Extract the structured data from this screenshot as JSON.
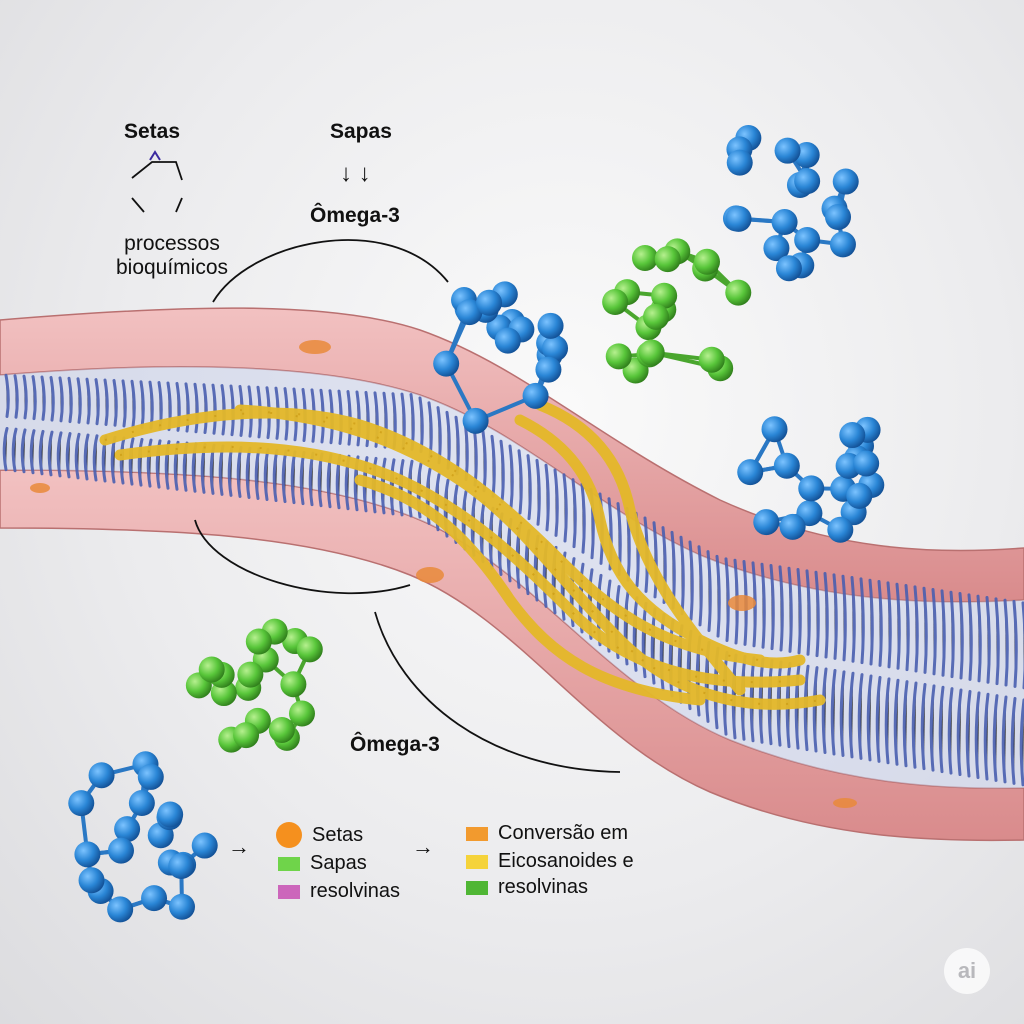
{
  "labels": {
    "top_left_title": "Setas",
    "top_left_caption_1": "processos",
    "top_left_caption_2": "bioquímicos",
    "top_center_title": "Sapas",
    "top_center_arrows": "↓ ↓",
    "omega_top": "Ômega-3",
    "omega_bottom": "Ômega-3"
  },
  "legend_left": [
    {
      "label": "Setas",
      "color": "#f5901e",
      "shape": "circle"
    },
    {
      "label": "Sapas",
      "color": "#6fd44a",
      "shape": "square"
    },
    {
      "label": "resolvinas",
      "color": "#cc66bb",
      "shape": "square"
    }
  ],
  "legend_right": [
    {
      "label": "Conversão em",
      "color": "#f29a2e",
      "shape": "square"
    },
    {
      "label": "Eicosanoides e",
      "color": "#f5d33a",
      "shape": "square"
    },
    {
      "label": "resolvinas",
      "color": "#4fb634",
      "shape": "square"
    }
  ],
  "arrows": [
    "→",
    "→"
  ],
  "watermark": "ai",
  "colors": {
    "membrane_outer": "#e8a5a5",
    "lipid_tails": "#4a5fb0",
    "fatty_chains": "#e4b829",
    "molecule_blue": "#2a86d6",
    "molecule_green": "#58c63a"
  }
}
